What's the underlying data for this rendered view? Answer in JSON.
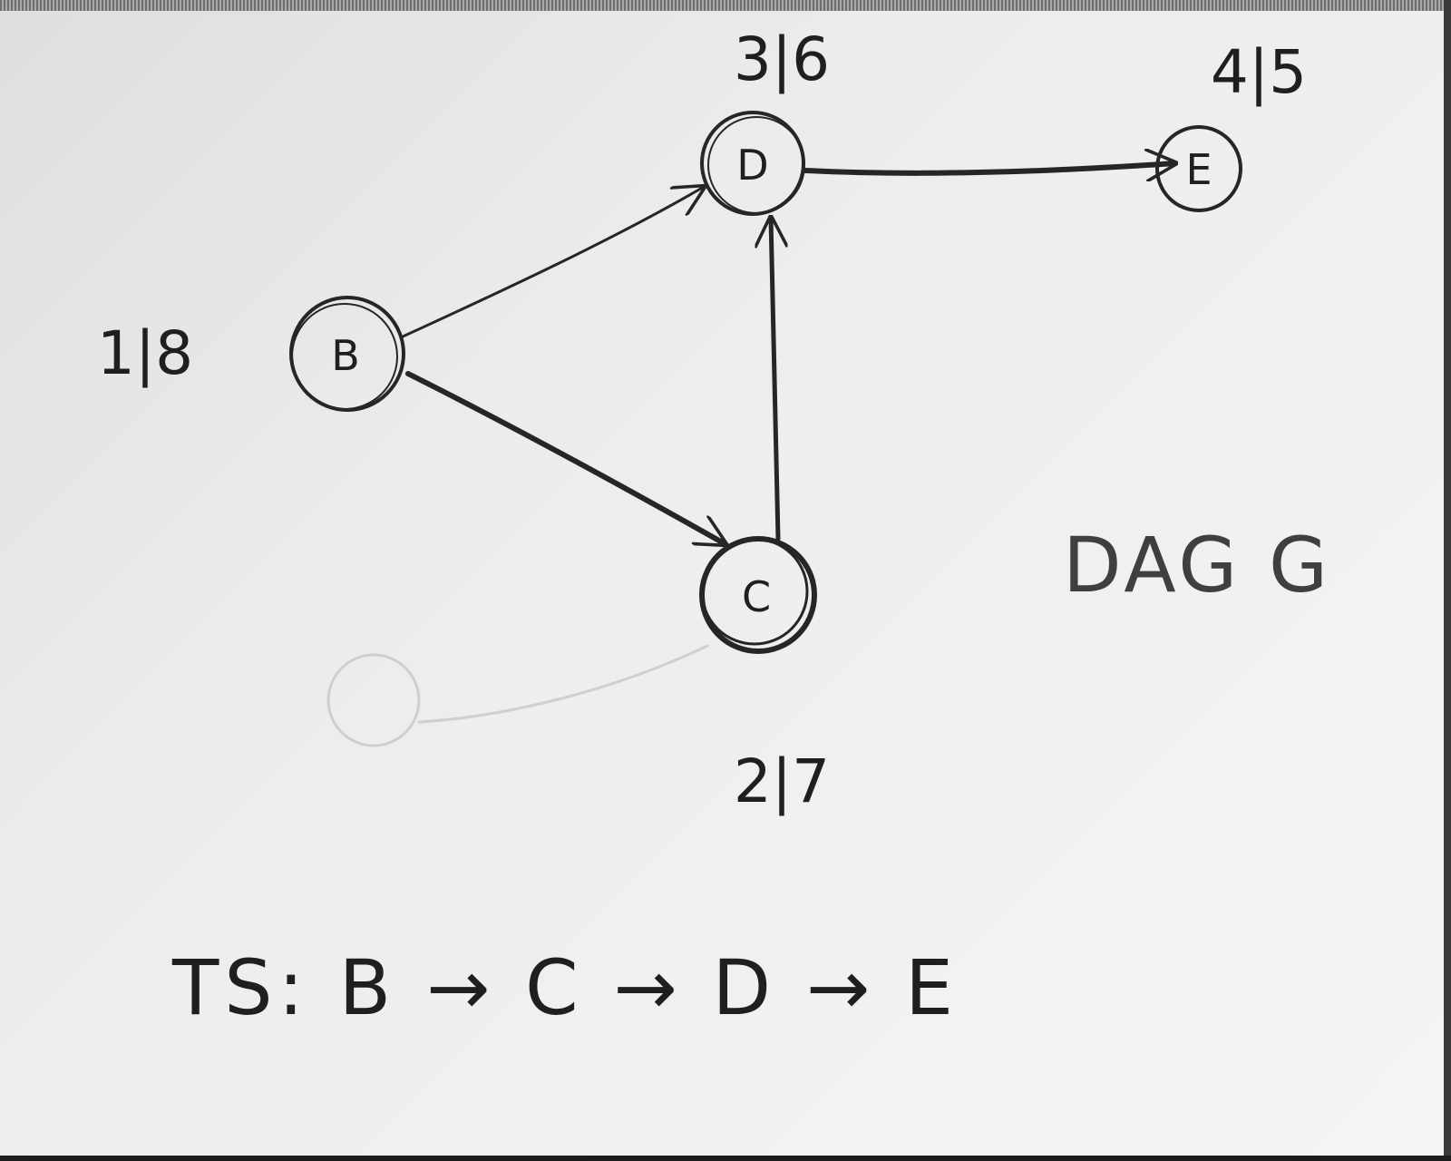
{
  "nodes": [
    {
      "id": "B",
      "label": "B",
      "times": "1|8"
    },
    {
      "id": "C",
      "label": "C",
      "times": "2|7"
    },
    {
      "id": "D",
      "label": "D",
      "times": "3|6"
    },
    {
      "id": "E",
      "label": "E",
      "times": "4|5"
    }
  ],
  "edges": [
    {
      "from": "B",
      "to": "D"
    },
    {
      "from": "B",
      "to": "C"
    },
    {
      "from": "C",
      "to": "D"
    },
    {
      "from": "D",
      "to": "E"
    }
  ],
  "graph_label": "DAG G",
  "topological_sort": "TS: B → C → D → E"
}
